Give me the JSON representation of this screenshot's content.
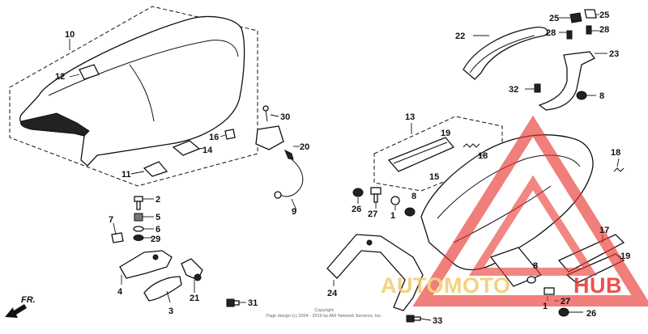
{
  "callouts": {
    "c10": "10",
    "c12": "12",
    "c11": "11",
    "c14": "14",
    "c16": "16",
    "c30": "30",
    "c20": "20",
    "c9": "9",
    "c2": "2",
    "c7": "7",
    "c5": "5",
    "c6": "6",
    "c29": "29",
    "c4": "4",
    "c21": "21",
    "c3": "3",
    "c31": "31",
    "c25a": "25",
    "c25b": "25",
    "c22": "22",
    "c28a": "28",
    "c28b": "28",
    "c23": "23",
    "c32": "32",
    "c8a": "8",
    "c13": "13",
    "c19a": "19",
    "c15": "15",
    "c18a": "18",
    "c18b": "18",
    "c8b": "8",
    "c26a": "26",
    "c27a": "27",
    "c1a": "1",
    "c24": "24",
    "c17": "17",
    "c19b": "19",
    "c8c": "8",
    "c1b": "1",
    "c27b": "27",
    "c26b": "26",
    "c33": "33"
  },
  "direction_label": "FR.",
  "copyright": {
    "line1": "Copyright",
    "line2": "Page design (c) 2004 - 2019 by ARI Network Services, Inc."
  },
  "watermark": {
    "part1": "AUTOMOTO",
    "part2": "HUB",
    "color_primary": "#e8352f",
    "color_secondary": "#f2c96a"
  }
}
